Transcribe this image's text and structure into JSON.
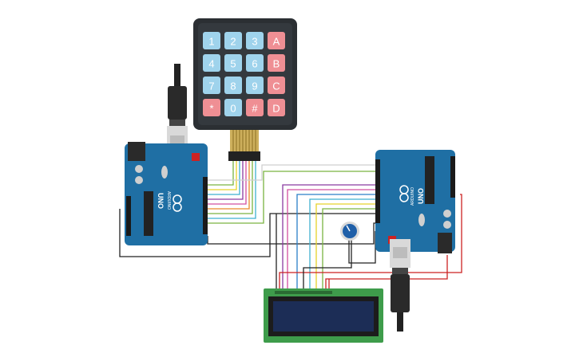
{
  "keypad": {
    "keys": [
      {
        "label": "1",
        "kind": "number"
      },
      {
        "label": "2",
        "kind": "number"
      },
      {
        "label": "3",
        "kind": "number"
      },
      {
        "label": "A",
        "kind": "letter"
      },
      {
        "label": "4",
        "kind": "number"
      },
      {
        "label": "5",
        "kind": "number"
      },
      {
        "label": "6",
        "kind": "number"
      },
      {
        "label": "B",
        "kind": "letter"
      },
      {
        "label": "7",
        "kind": "number"
      },
      {
        "label": "8",
        "kind": "number"
      },
      {
        "label": "9",
        "kind": "number"
      },
      {
        "label": "C",
        "kind": "letter"
      },
      {
        "label": "*",
        "kind": "symbol"
      },
      {
        "label": "0",
        "kind": "number"
      },
      {
        "label": "#",
        "kind": "symbol"
      },
      {
        "label": "D",
        "kind": "letter"
      }
    ],
    "colors": {
      "number": "#9fd3ec",
      "letter": "#ef8f94",
      "symbol": "#ef8f94",
      "frame": "#2b2f33"
    }
  },
  "boards": {
    "left": {
      "label": "UNO",
      "logo": "ARDUINO"
    },
    "right": {
      "label": "UNO",
      "logo": "ARDUINO"
    },
    "color": "#1f6fa4"
  },
  "lcd": {
    "screen_color": "#1c2d56",
    "board_color": "#3e9c4b"
  },
  "potentiometer": {
    "color": "#1f5fa8"
  },
  "colors": {
    "wire_black": "#222222",
    "wire_red": "#cc2222",
    "wire_green": "#7ab441",
    "wire_yellow": "#e6d22a",
    "wire_orange": "#e9892a",
    "wire_purple": "#8a3ba0",
    "wire_pink": "#d24fa0",
    "wire_blue": "#2a7fc8",
    "wire_cyan": "#3fb0d0",
    "wire_gray": "#cfcfcf"
  }
}
